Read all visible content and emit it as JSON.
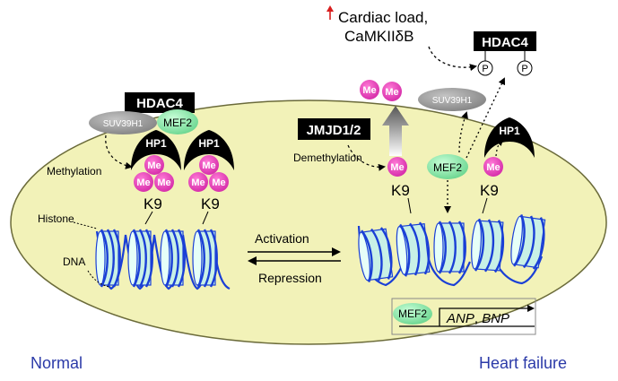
{
  "labels": {
    "cardiac_load_line1": "Cardiac load,",
    "cardiac_load_line2": "CaMKIIδB",
    "hdac4_left": "HDAC4",
    "hdac4_right": "HDAC4",
    "suv39h1_left": "SUV39H1",
    "suv39h1_right": "SUV39H1",
    "mef2_left": "MEF2",
    "mef2_right": "MEF2",
    "mef2_box": "MEF2",
    "hp1": "HP1",
    "me": "Me",
    "k9": "K9",
    "methylation": "Methylation",
    "demethylation": "Demethylation",
    "jmjd": "JMJD1/2",
    "histone": "Histone",
    "dna": "DNA",
    "activation": "Activation",
    "repression": "Repression",
    "phospho": "P",
    "genes_part1": "ANP",
    "genes_sep": ", ",
    "genes_part2": "BNP",
    "normal": "Normal",
    "heart_failure": "Heart failure"
  },
  "colors": {
    "nucleus_fill": "#f2f2b8",
    "nucleus_stroke": "#6b6b3a",
    "methyl": "#e040b8",
    "mef2": "#8fe6a8",
    "suv": "#9a9a9a",
    "histone_fill": "#c8f0e6",
    "dna": "#1a3fd6",
    "caption": "#2b3aa8",
    "arrow_up": "#d81e1e"
  }
}
